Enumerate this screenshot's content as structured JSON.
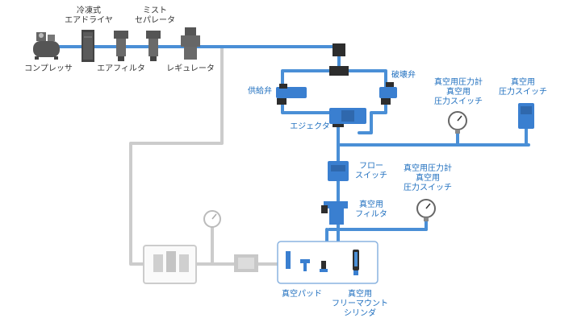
{
  "colors": {
    "main_line": "#4a8fd6",
    "vacuum_line": "#4a8fd6",
    "gray_line": "#c8c8c8",
    "blue_text": "#1f6fbf",
    "dark_text": "#333333",
    "device_blue": "#3a7fd0",
    "device_dark": "#4a4a4a"
  },
  "labels": {
    "compressor": "コンプレッサ",
    "dryer_1": "冷凍式",
    "dryer_2": "エアドライヤ",
    "mist_1": "ミスト",
    "mist_2": "セパレータ",
    "air_filter": "エアフィルタ",
    "regulator": "レギュレータ",
    "supply_valve": "供給弁",
    "release_valve": "破壊弁",
    "ejector": "エジェクタ",
    "gauge_top_1": "真空用圧力計",
    "gauge_top_2": "真空用",
    "gauge_top_3": "圧力スイッチ",
    "pressure_switch_1": "真空用",
    "pressure_switch_2": "圧力スイッチ",
    "flow_switch_1": "フロー",
    "flow_switch_2": "スイッチ",
    "vacuum_filter_1": "真空用",
    "vacuum_filter_2": "フィルタ",
    "gauge_mid_1": "真空用圧力計",
    "gauge_mid_2": "真空用",
    "gauge_mid_3": "圧力スイッチ",
    "vacuum_pad": "真空パッド",
    "cylinder_1": "真空用",
    "cylinder_2": "フリーマウント",
    "cylinder_3": "シリンダ"
  },
  "icons": {
    "compressor": "compressor-icon",
    "dryer": "air-dryer-icon",
    "air_filter": "air-filter-icon",
    "mist_separator": "mist-separator-icon",
    "regulator": "regulator-icon",
    "gauge": "pressure-gauge-icon",
    "valve": "solenoid-valve-icon",
    "ejector": "ejector-icon",
    "switch": "pressure-switch-icon",
    "pad": "vacuum-pad-icon",
    "cylinder": "cylinder-icon"
  }
}
